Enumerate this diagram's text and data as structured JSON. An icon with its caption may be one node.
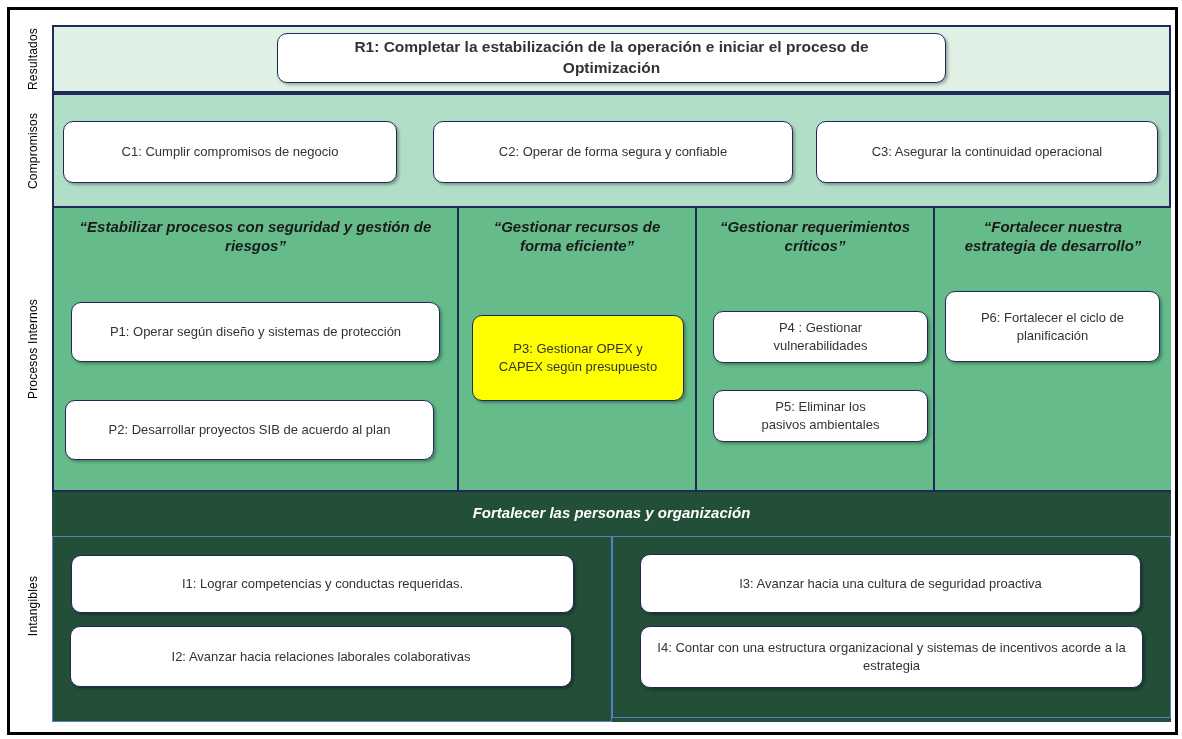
{
  "diagram": {
    "nodes": [
      {
        "text": [
          "Resultados"
        ]
      },
      {
        "text": [
          "R1: Completar la estabilización de la operación e iniciar el proceso de Optimización"
        ],
        "in": 0
      },
      {
        "text": [
          "Compromisos"
        ]
      },
      {
        "text": [
          "C1: Cumplir compromisos de negocio"
        ],
        "in": 2
      },
      {
        "text": [
          "C2: Operar de forma segura y confiable"
        ],
        "in": 2
      },
      {
        "text": [
          "C3: Asegurar la continuidad operacional"
        ],
        "in": 2
      },
      {
        "text": [
          "Procesos Internos"
        ]
      },
      {
        "text": [
          "“Estabilizar procesos con seguridad y gestión de riesgos”"
        ],
        "in": 6
      },
      {
        "text": [
          "P1: Operar según diseño y sistemas de protección"
        ],
        "in": 7
      },
      {
        "text": [
          "P2: Desarrollar proyectos SIB de acuerdo al plan"
        ],
        "in": 7
      },
      {
        "text": [
          "“Gestionar recursos de forma eficiente”"
        ],
        "in": 6
      },
      {
        "text": [
          "P3: Gestionar OPEX y CAPEX según presupuesto"
        ],
        "in": 10
      },
      {
        "text": [
          "“Gestionar requerimientos críticos”"
        ],
        "in": 6
      },
      {
        "text": [
          "P4 : Gestionar vulnerabilidades"
        ],
        "in": 12
      },
      {
        "text": [
          "P5: Eliminar los pasivos ambientales"
        ],
        "in": 12
      },
      {
        "text": [
          "“Fortalecer nuestra estrategia de desarrollo”"
        ],
        "in": 6
      },
      {
        "text": [
          "P6: Fortalecer el ciclo de planificación"
        ],
        "in": 15
      },
      {
        "text": [
          "Intangibles",
          "Fortalecer las personas y organización"
        ]
      },
      {
        "text": [],
        "shape": "box",
        "in": 17
      },
      {
        "text": [
          "I1: Lograr competencias y conductas requeridas."
        ],
        "in": 18
      },
      {
        "text": [
          "I2: Avanzar hacia relaciones laborales colaborativas"
        ],
        "in": 18
      },
      {
        "text": [],
        "shape": "box",
        "in": 17
      },
      {
        "text": [
          "I3: Avanzar hacia una cultura de seguridad proactiva"
        ],
        "in": 21
      },
      {
        "text": [
          "I4: Contar con una estructura organizacional y sistemas de incentivos acorde a la estrategia"
        ],
        "in": 21
      }
    ]
  }
}
